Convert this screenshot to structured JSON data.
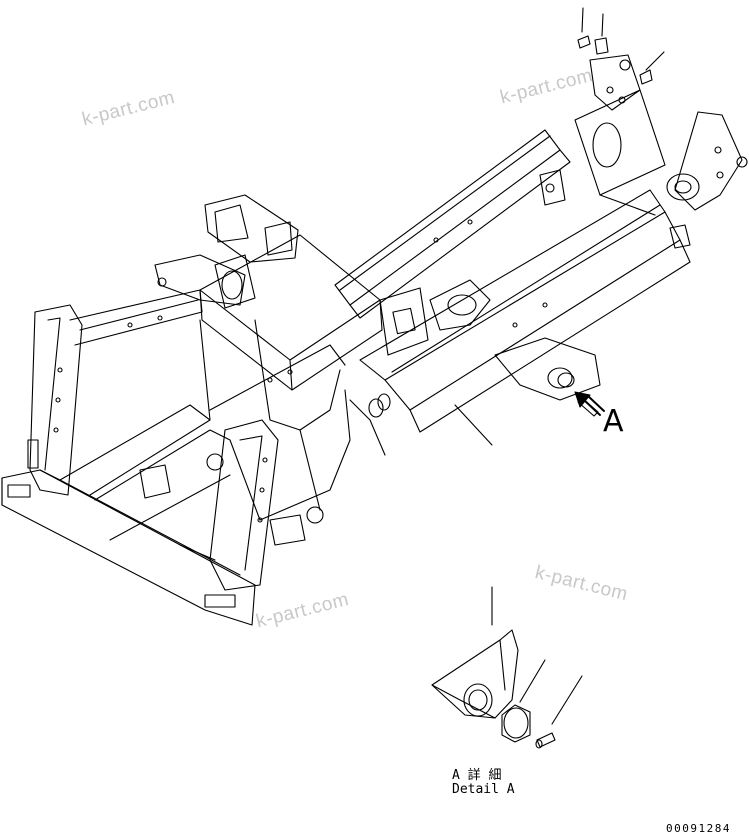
{
  "watermark_text": "k-part.com",
  "callout_label": "A",
  "detail_title_jp": "A 詳 細",
  "detail_title_en": "Detail A",
  "drawing_number": "00091284",
  "colors": {
    "line": "#000000",
    "watermark": "#c8c8c8",
    "background": "#ffffff"
  }
}
